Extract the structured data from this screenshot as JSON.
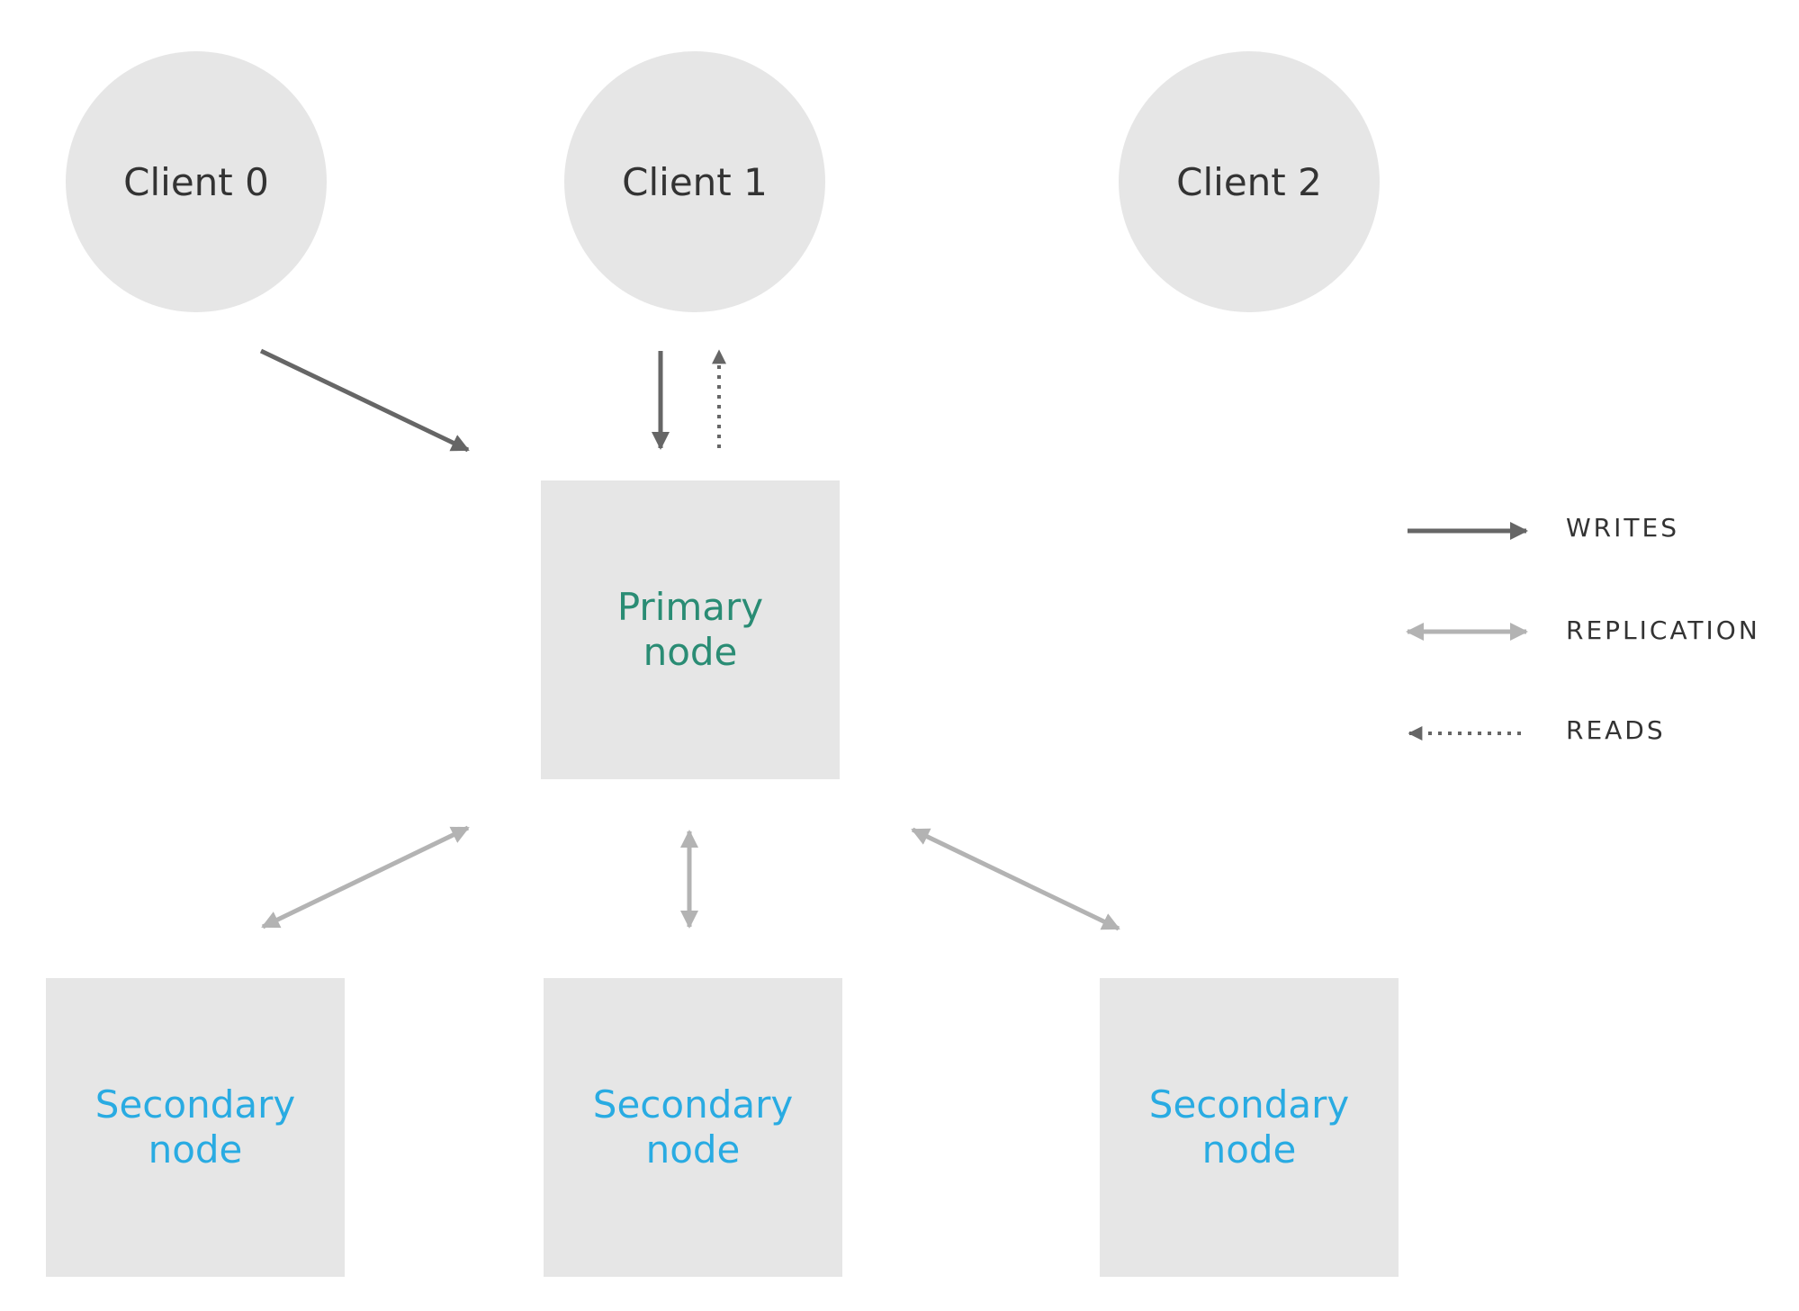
{
  "clients": [
    {
      "label": "Client 0"
    },
    {
      "label": "Client 1"
    },
    {
      "label": "Client 2"
    }
  ],
  "primary": {
    "line1": "Primary",
    "line2": "node"
  },
  "secondaries": [
    {
      "line1": "Secondary",
      "line2": "node"
    },
    {
      "line1": "Secondary",
      "line2": "node"
    },
    {
      "line1": "Secondary",
      "line2": "node"
    }
  ],
  "legend": {
    "writes": "WRITES",
    "replication": "REPLICATION",
    "reads": "READS"
  },
  "colors": {
    "node_fill": "#e6e6e6",
    "primary_text": "#2a8c74",
    "secondary_text": "#29abe2",
    "write_arrow": "#666666",
    "replication_arrow": "#b3b3b3",
    "read_arrow": "#666666"
  }
}
